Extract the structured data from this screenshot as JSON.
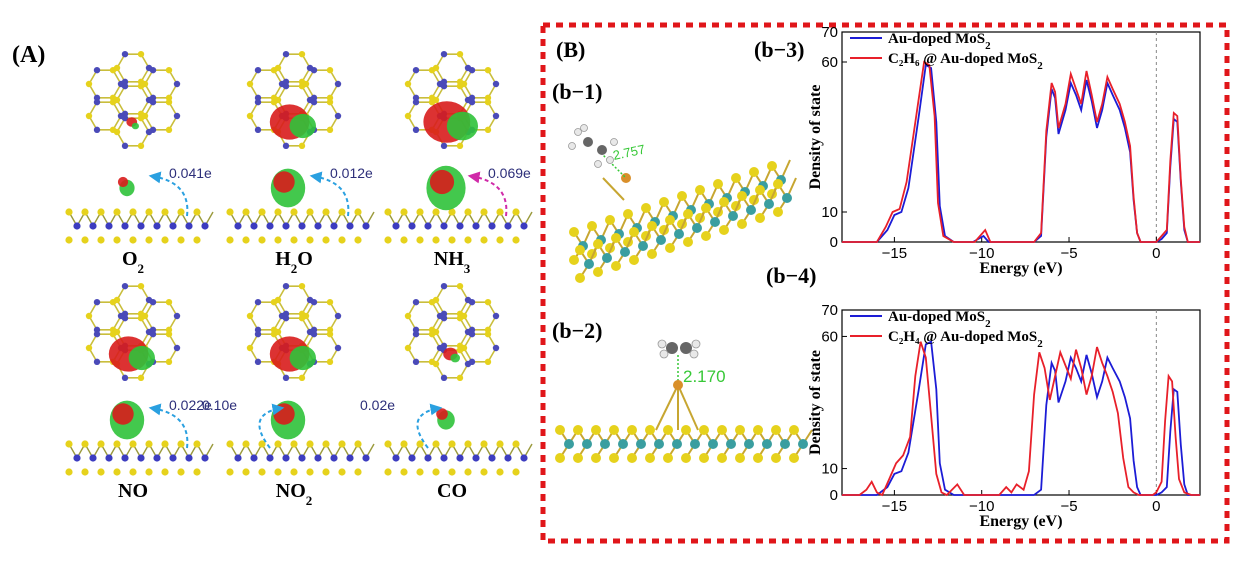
{
  "panel_a": {
    "label": "(A)",
    "molecules": [
      {
        "name": "O2",
        "label_main": "O",
        "label_sub": "2",
        "label_tail": "",
        "transfer": "0.041e"
      },
      {
        "name": "H2O",
        "label_main": "H",
        "label_sub": "2",
        "label_tail": "O",
        "transfer": "0.012e"
      },
      {
        "name": "NH3",
        "label_main": "NH",
        "label_sub": "3",
        "label_tail": "",
        "transfer": "0.069e"
      },
      {
        "name": "NO",
        "label_main": "NO",
        "label_sub": "",
        "label_tail": "",
        "transfer": "0.022e"
      },
      {
        "name": "NO2",
        "label_main": "NO",
        "label_sub": "2",
        "label_tail": "",
        "transfer": "0.10e"
      },
      {
        "name": "CO",
        "label_main": "CO",
        "label_sub": "",
        "label_tail": "",
        "transfer": "0.02e"
      }
    ]
  },
  "panel_b": {
    "label": "(B)",
    "b1": {
      "label": "(b−1)",
      "distance": "2.757"
    },
    "b2": {
      "label": "(b−2)",
      "distance": "2.170"
    },
    "b3": {
      "label": "(b−3)"
    },
    "b4": {
      "label": "(b−4)"
    }
  },
  "colors": {
    "blue_series": "#1c1cd6",
    "red_series": "#e8202a",
    "frame": "#e0161a",
    "sulfur": "#e6d21c",
    "molybdenum": "#3a9ea0",
    "charge_red": "#d81c1c",
    "charge_green": "#2fc23a",
    "arrow_blue": "#2aa0e0",
    "arrow_magenta": "#d02aa8"
  },
  "chart_data": [
    {
      "type": "line",
      "id": "b3",
      "xlabel": "Energy (eV)",
      "ylabel": "Density of state",
      "xlim": [
        -18,
        2.5
      ],
      "ylim": [
        0,
        70
      ],
      "xticks": [
        -15,
        -10,
        -5,
        0
      ],
      "yticks": [
        0,
        10,
        60,
        70
      ],
      "legend": "top",
      "fermi_line_x": 0,
      "series": [
        {
          "name_main": "Au-doped MoS",
          "name_sub": "2",
          "name_tail": "",
          "name_prefix": "",
          "color": "blue",
          "x": [
            -18,
            -16,
            -15.4,
            -15,
            -14.6,
            -14.2,
            -13.6,
            -13.2,
            -12.9,
            -12.6,
            -12.4,
            -12.1,
            -11.6,
            -11,
            -10.5,
            -10.2,
            -9.9,
            -9.6,
            -9,
            -8,
            -7,
            -6.6,
            -6.3,
            -6,
            -5.8,
            -5.6,
            -5.2,
            -4.9,
            -4.6,
            -4.3,
            -4.0,
            -3.7,
            -3.4,
            -3.1,
            -2.8,
            -2.5,
            -2.1,
            -1.8,
            -1.5,
            -1.3,
            -1.1,
            -0.9,
            -0.5,
            0,
            0.3,
            0.6,
            0.8,
            1.0,
            1.2,
            1.4,
            1.6,
            1.8,
            2.0,
            2.5
          ],
          "y": [
            0,
            0,
            4,
            9,
            10,
            18,
            42,
            59,
            58,
            40,
            12,
            2,
            0,
            0,
            0,
            1,
            2,
            0,
            0,
            0,
            0,
            2,
            35,
            51,
            48,
            36,
            44,
            53,
            49,
            44,
            54,
            47,
            38,
            44,
            53,
            49,
            44,
            38,
            30,
            14,
            3,
            0,
            0,
            0,
            1,
            3,
            25,
            41,
            40,
            20,
            4,
            0,
            0,
            0
          ]
        },
        {
          "name_main": "@ Au-doped MoS",
          "name_sub": "2",
          "name_tail": "",
          "name_prefix": "C₂H₆ ",
          "color": "red",
          "x": [
            -18,
            -16,
            -15.5,
            -15.1,
            -14.7,
            -14.3,
            -13.7,
            -13.3,
            -13.0,
            -12.7,
            -12.5,
            -12.2,
            -11.6,
            -11,
            -10.4,
            -10.1,
            -9.8,
            -9.5,
            -9,
            -8,
            -7,
            -6.6,
            -6.3,
            -6,
            -5.8,
            -5.6,
            -5.2,
            -4.9,
            -4.6,
            -4.3,
            -4.0,
            -3.7,
            -3.4,
            -3.1,
            -2.8,
            -2.5,
            -2.1,
            -1.8,
            -1.5,
            -1.3,
            -1.1,
            -0.9,
            -0.5,
            0,
            0.3,
            0.6,
            0.8,
            1.0,
            1.2,
            1.4,
            1.6,
            1.8,
            2.0,
            2.5
          ],
          "y": [
            0,
            0,
            5,
            10,
            11,
            20,
            44,
            60,
            59,
            42,
            13,
            2,
            0,
            0,
            0,
            2,
            4,
            0,
            0,
            0,
            0,
            3,
            37,
            53,
            50,
            38,
            46,
            56,
            51,
            46,
            57,
            49,
            40,
            46,
            55,
            51,
            46,
            40,
            32,
            15,
            3,
            0,
            0,
            0,
            2,
            4,
            27,
            43,
            42,
            21,
            5,
            0,
            0,
            0
          ]
        }
      ]
    },
    {
      "type": "line",
      "id": "b4",
      "xlabel": "Energy (eV)",
      "ylabel": "Density of state",
      "xlim": [
        -18,
        2.5
      ],
      "ylim": [
        0,
        70
      ],
      "xticks": [
        -15,
        -10,
        -5,
        0
      ],
      "yticks": [
        0,
        10,
        60,
        70
      ],
      "legend": "top",
      "fermi_line_x": 0,
      "series": [
        {
          "name_main": "Au-doped MoS",
          "name_sub": "2",
          "name_tail": "",
          "name_prefix": "",
          "color": "blue",
          "x": [
            -18,
            -16,
            -15.4,
            -15,
            -14.6,
            -14.2,
            -13.6,
            -13.2,
            -12.9,
            -12.6,
            -12.4,
            -12.1,
            -11.6,
            -11,
            -10,
            -9,
            -8,
            -7,
            -6.6,
            -6.3,
            -6,
            -5.8,
            -5.6,
            -5.2,
            -4.9,
            -4.6,
            -4.3,
            -4.0,
            -3.7,
            -3.4,
            -3.1,
            -2.8,
            -2.5,
            -2.1,
            -1.8,
            -1.5,
            -1.3,
            -1.1,
            -0.9,
            -0.5,
            0,
            0.3,
            0.6,
            0.8,
            1.0,
            1.2,
            1.4,
            1.6,
            1.8,
            2.0,
            2.5
          ],
          "y": [
            0,
            0,
            3,
            8,
            9,
            16,
            40,
            57,
            58,
            40,
            12,
            2,
            0,
            0,
            0,
            0,
            0,
            0,
            2,
            34,
            50,
            47,
            35,
            43,
            52,
            48,
            43,
            53,
            46,
            37,
            43,
            52,
            48,
            43,
            37,
            29,
            13,
            3,
            0,
            0,
            0,
            1,
            3,
            24,
            40,
            39,
            19,
            4,
            0,
            0,
            0
          ]
        },
        {
          "name_main": "@ Au-doped MoS",
          "name_sub": "2",
          "name_tail": "",
          "name_prefix": "C₂H₄ ",
          "color": "red",
          "x": [
            -18,
            -17,
            -16.6,
            -16.3,
            -16,
            -15.7,
            -15.3,
            -14.9,
            -14.5,
            -14.1,
            -13.8,
            -13.5,
            -13.2,
            -12.9,
            -12.6,
            -12.3,
            -12.0,
            -11.7,
            -11.4,
            -11,
            -10,
            -9,
            -8.6,
            -8.3,
            -8,
            -7.6,
            -7.3,
            -7.0,
            -6.7,
            -6.4,
            -6.1,
            -5.8,
            -5.5,
            -5.2,
            -4.9,
            -4.6,
            -4.3,
            -4.0,
            -3.7,
            -3.4,
            -3.1,
            -2.8,
            -2.5,
            -2.2,
            -1.9,
            -1.6,
            -1.3,
            -1.0,
            -0.6,
            -0.2,
            0,
            0.3,
            0.5,
            0.7,
            0.9,
            1.1,
            1.3,
            1.6,
            2.0,
            2.5
          ],
          "y": [
            0,
            0,
            2,
            5,
            1,
            0,
            6,
            12,
            15,
            22,
            45,
            58,
            52,
            30,
            8,
            1,
            0,
            2,
            4,
            0,
            0,
            0,
            3,
            1,
            4,
            2,
            9,
            38,
            54,
            48,
            36,
            45,
            54,
            49,
            44,
            55,
            48,
            38,
            45,
            56,
            50,
            45,
            39,
            31,
            14,
            3,
            1,
            0,
            0,
            0,
            1,
            5,
            28,
            45,
            43,
            22,
            6,
            1,
            0,
            0
          ]
        }
      ]
    }
  ]
}
